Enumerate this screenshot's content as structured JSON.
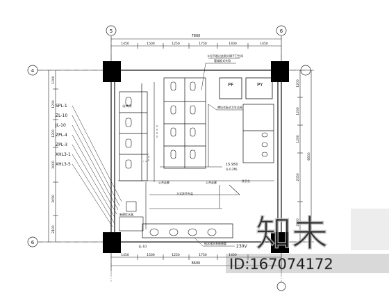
{
  "grid": {
    "top": [
      "5",
      "6"
    ],
    "left": [
      "4",
      "6"
    ]
  },
  "dimensions": {
    "top_total": "7800",
    "top_segments": [
      "1450",
      "1500",
      "1250",
      "1750",
      "1400",
      "1450"
    ],
    "bottom_total": "8600",
    "bottom_segments": [
      "1450",
      "1500",
      "1250",
      "1750",
      "1400"
    ],
    "right_segments": [
      "1200",
      "1200",
      "1200",
      "2050",
      "2100"
    ],
    "right_total": "6600",
    "left_segments": [
      "1200",
      "1200",
      "1200",
      "2000",
      "2050",
      "2100"
    ]
  },
  "labels": {
    "note_top_line1": "卡位不超过此限分隔子卫生间",
    "note_top_line2": "管道板式共用",
    "pf": "PF",
    "py": "PY",
    "room_left": "公共间",
    "note_mid": "蹲坑式板式卫生洁具",
    "level": "15.950",
    "level_sub": "(L-0.2M)",
    "corridor_left": "公共走廊",
    "corridor_mid": "公共走廊",
    "wash_area": "洗手台",
    "note_bottom_left": "新建饮水器",
    "basin_note": "立式洗手台盆",
    "note_bottom": "给水排水系统接管",
    "voltage": "230V",
    "leader_f": "JL-10"
  },
  "pipe_tags": [
    "SPL-1",
    "ZL-10",
    "JL-10",
    "ZPL-4",
    "ZPL-3",
    "XHL3-1",
    "XHL3-5"
  ],
  "watermark": {
    "logo": "知未",
    "id_text": "ID:167074172"
  }
}
